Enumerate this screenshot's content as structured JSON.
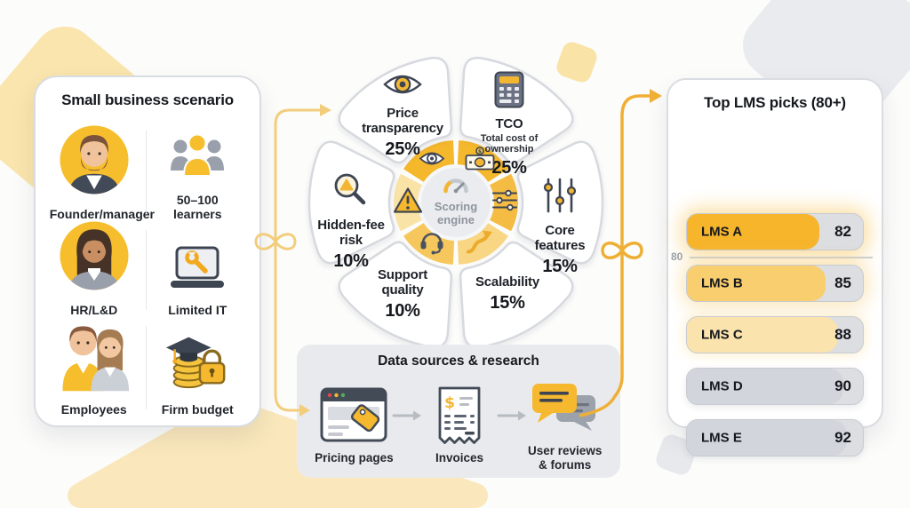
{
  "left_panel": {
    "title": "Small business scenario",
    "items": [
      {
        "label": "Founder/manager",
        "icon": "founder-avatar"
      },
      {
        "label": "50–100 learners",
        "icon": "learners-group"
      },
      {
        "label": "HR/L&D",
        "icon": "hr-avatar"
      },
      {
        "label": "Limited IT",
        "icon": "laptop-wrench"
      },
      {
        "label": "Employees",
        "icon": "employees-pair"
      },
      {
        "label": "Firm budget",
        "icon": "grad-cap-coins-lock"
      }
    ]
  },
  "wheel": {
    "center_label": "Scoring engine",
    "segments": [
      {
        "label": "Price transparency",
        "weight": "25%",
        "icon": "eye"
      },
      {
        "label": "TCO",
        "sublabel": "Total cost of ownership",
        "weight": "25%",
        "icon": "calculator"
      },
      {
        "label": "Core features",
        "weight": "15%",
        "icon": "vertical-sliders"
      },
      {
        "label": "Scalability",
        "weight": "15%",
        "icon": "growth-arrow"
      },
      {
        "label": "Support quality",
        "weight": "10%",
        "icon": "headset"
      },
      {
        "label": "Hidden-fee risk",
        "weight": "10%",
        "icon": "magnifier-warning"
      }
    ]
  },
  "data_sources": {
    "title": "Data sources & research",
    "items": [
      {
        "label": "Pricing pages",
        "icon": "browser-price-tag"
      },
      {
        "label": "Invoices",
        "icon": "invoice-receipt"
      },
      {
        "label": "User reviews & forums",
        "icon": "chat-bubbles"
      }
    ]
  },
  "results_panel": {
    "title": "Top LMS picks (80+)",
    "threshold_label": "80",
    "bars": [
      {
        "label": "LMS A",
        "score": 82
      },
      {
        "label": "LMS B",
        "score": 85
      },
      {
        "label": "LMS C",
        "score": 88
      },
      {
        "label": "LMS D",
        "score": 90
      },
      {
        "label": "LMS E",
        "score": 92
      }
    ]
  },
  "colors": {
    "accent_strong": "#F5B72B",
    "accent_medium": "#F8CE6E",
    "accent_pale": "#FAE3AC",
    "track_gray": "#DCDEE2",
    "panel_gray": "#E9EAED",
    "ink": "#15181D"
  }
}
